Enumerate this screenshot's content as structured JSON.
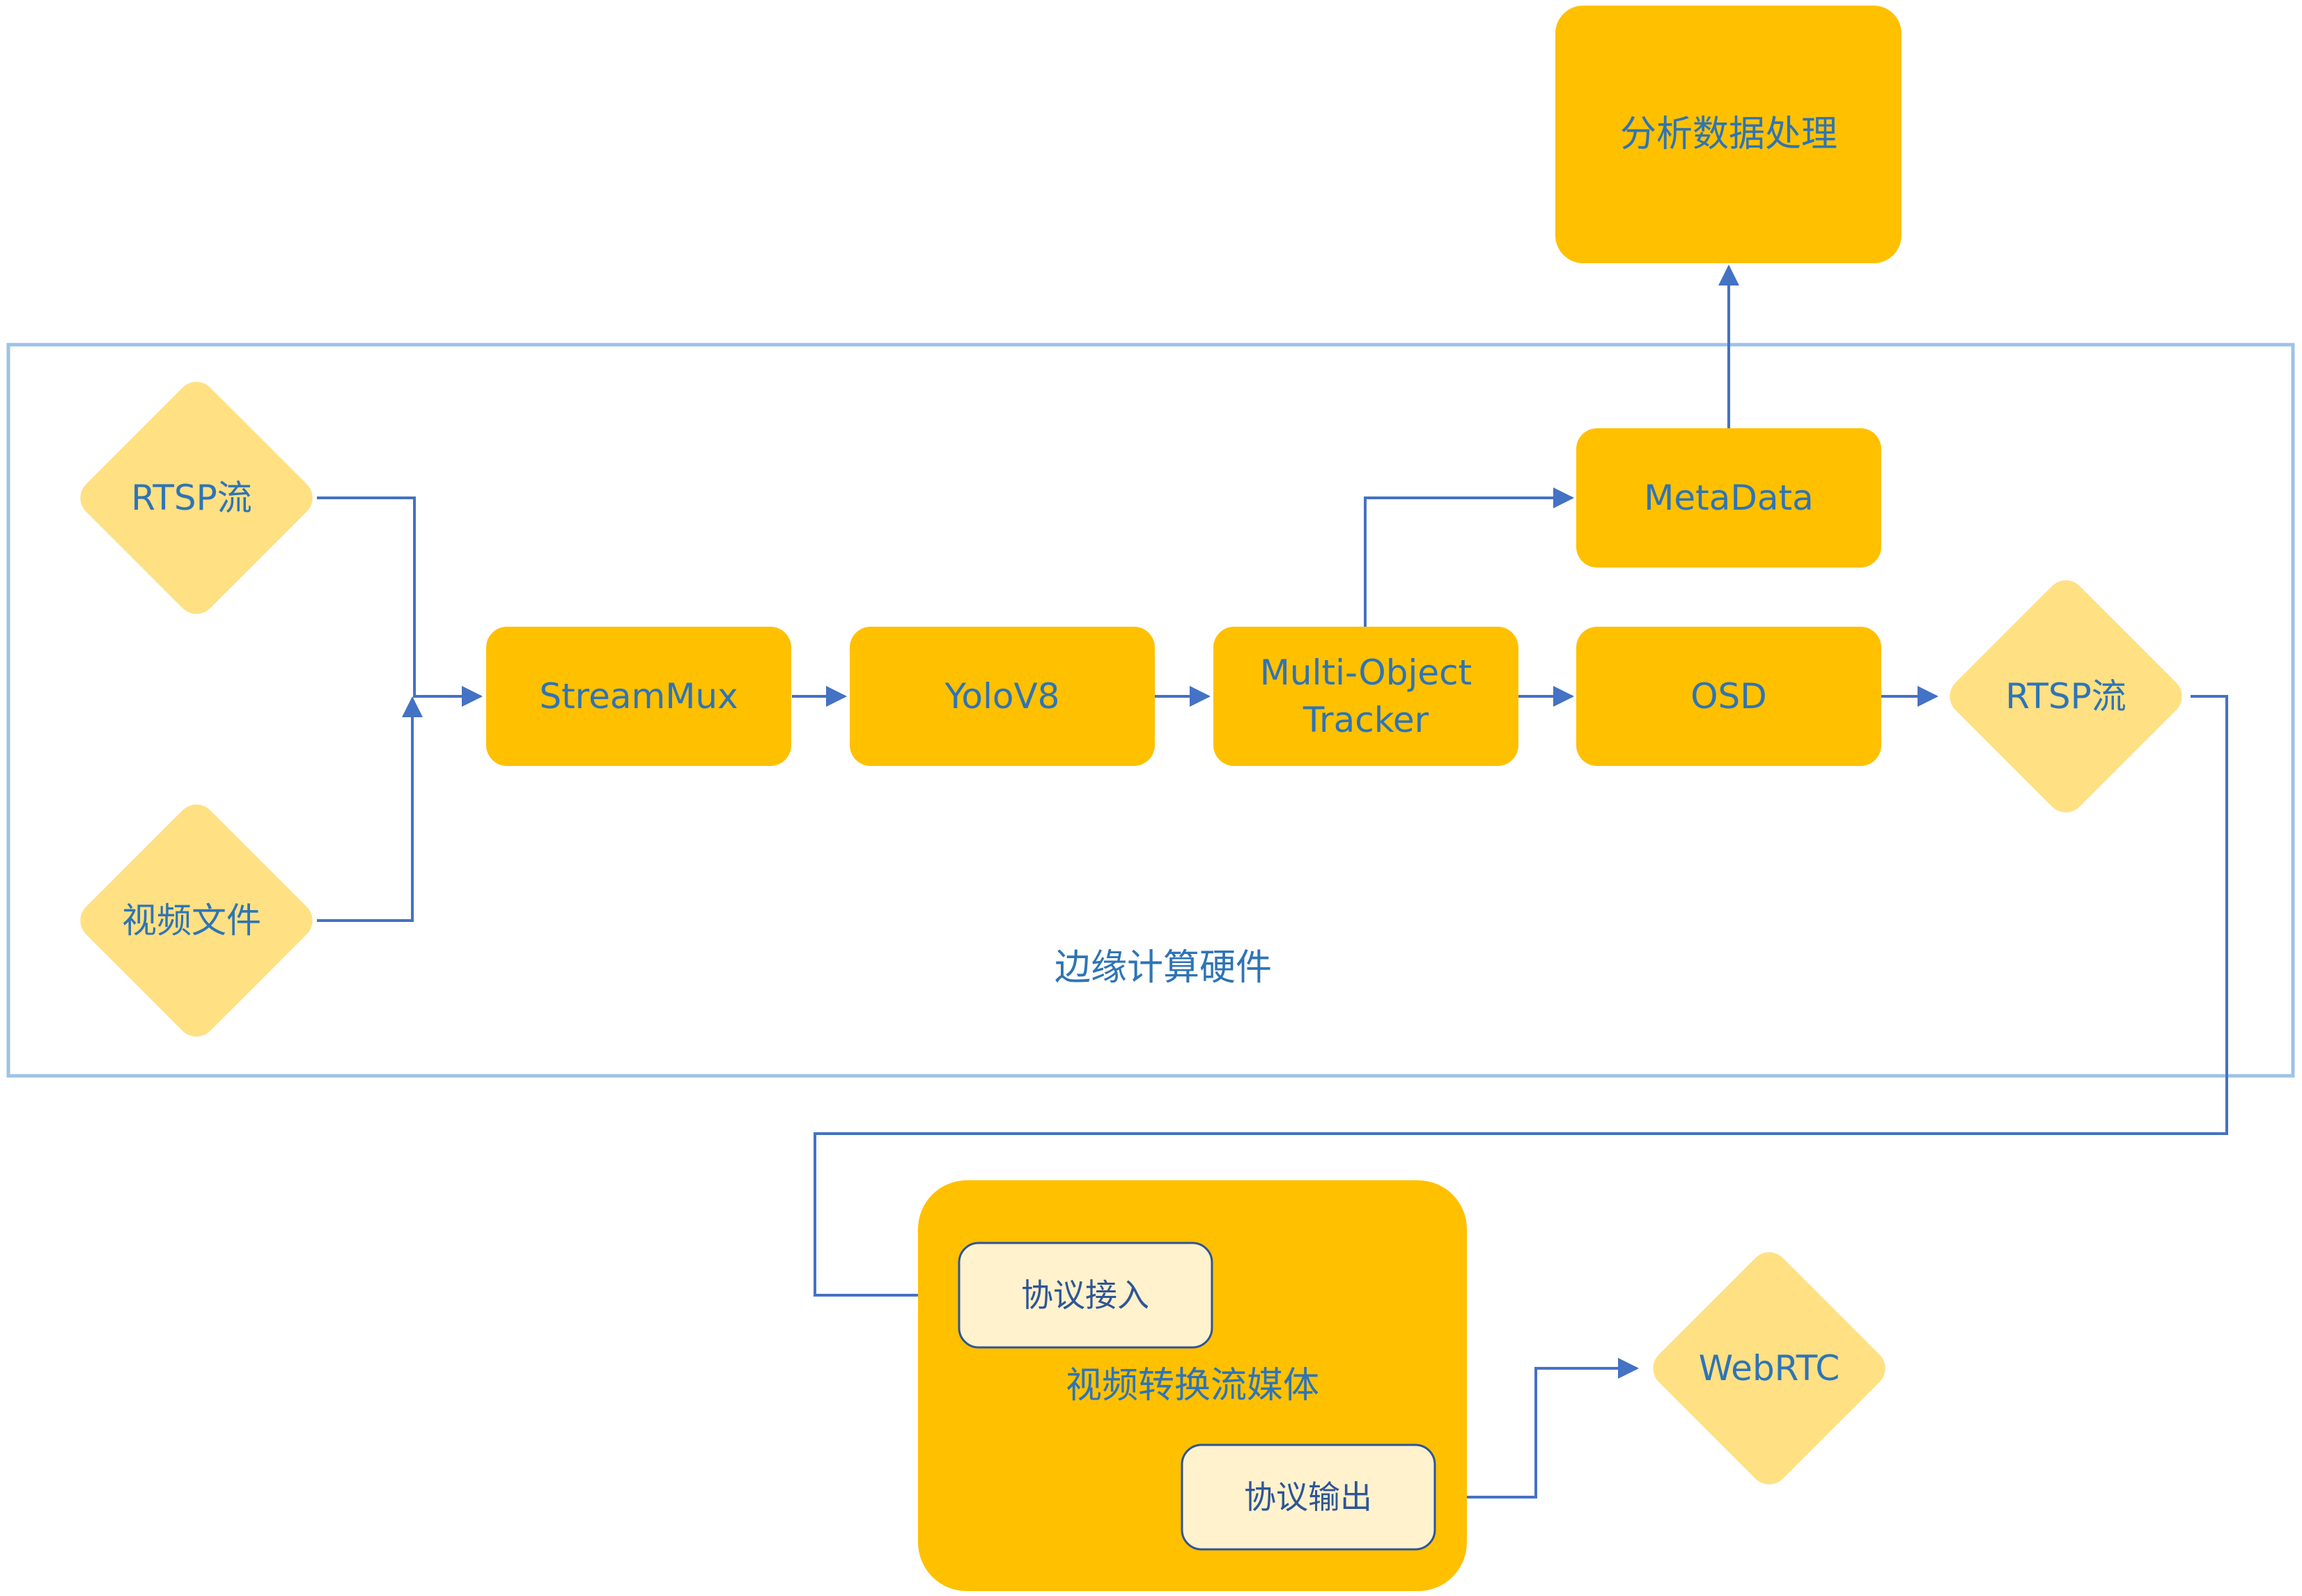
{
  "colors": {
    "box": "#ffc000",
    "diamond": "#ffe083",
    "sub_box": "#fff2cc",
    "sub_box_border": "#2f5597",
    "connector": "#4472c4",
    "frame": "#9dc3e6",
    "text": "#2e74b5"
  },
  "edge_group": {
    "label": "边缘计算硬件"
  },
  "nodes": {
    "rtsp_in": "RTSP流",
    "video_file": "视频文件",
    "streammux": "StreamMux",
    "yolo": "YoloV8",
    "tracker_line1": "Multi-Object",
    "tracker_line2": "Tracker",
    "osd": "OSD",
    "rtsp_out": "RTSP流",
    "metadata": "MetaData",
    "analysis": "分析数据处理",
    "media": "视频转换流媒体",
    "proto_in": "协议接入",
    "proto_out": "协议输出",
    "webrtc": "WebRTC"
  }
}
